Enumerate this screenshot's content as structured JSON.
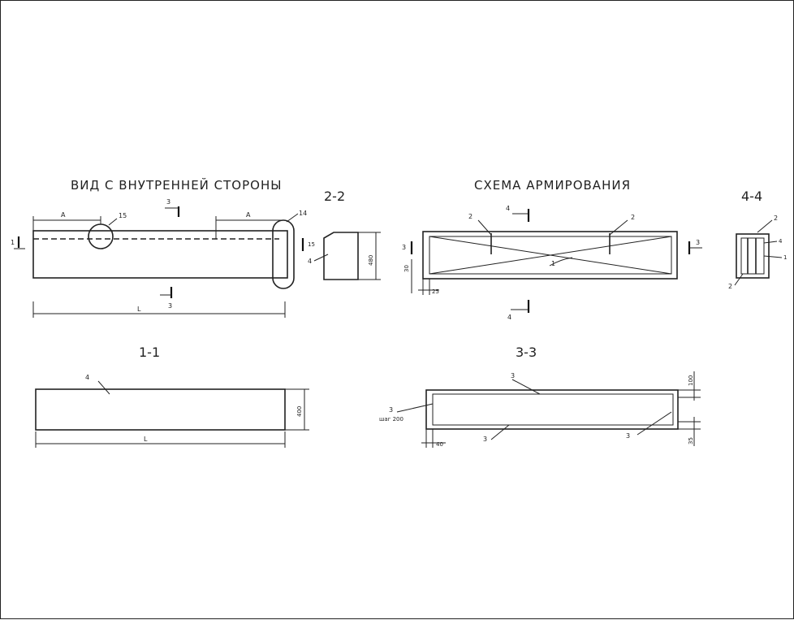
{
  "titles": {
    "inner_view": "ВИД С ВНУТРЕННЕЙ СТОРОНЫ",
    "reinforcement": "СХЕМА АРМИРОВАНИЯ"
  },
  "sections": {
    "s11": "1-1",
    "s22": "2-2",
    "s33": "3-3",
    "s44": "4-4"
  },
  "view_labels": {
    "dim_a1": "А",
    "dim_a2": "А",
    "dim_l": "L",
    "circle_15": "15",
    "oval_14": "14",
    "cut3_top": "3",
    "cut3_bot": "3",
    "cut1_left": "1",
    "cut1_right": "15",
    "mark4": "4",
    "height_480": "480"
  },
  "reinf_labels": {
    "bar2_left": "2",
    "bar2_right": "2",
    "bar1": "1",
    "cut4_top": "4",
    "cut4_bot": "4",
    "cut3_left": "3",
    "cut3_right": "3",
    "dim_30": "30",
    "dim_25": "25"
  },
  "s44_labels": {
    "m2_top": "2",
    "m4": "4",
    "m1": "1",
    "m2_bot": "2"
  },
  "s11_labels": {
    "mark4": "4",
    "height_400": "400",
    "dim_l": "L"
  },
  "s33_labels": {
    "m3_top": "3",
    "m3_left": "3",
    "step": "шаг 200",
    "m3_bot": "3",
    "m3_right": "3",
    "dim_40": "40",
    "dim_100": "100",
    "dim_35": "35"
  }
}
